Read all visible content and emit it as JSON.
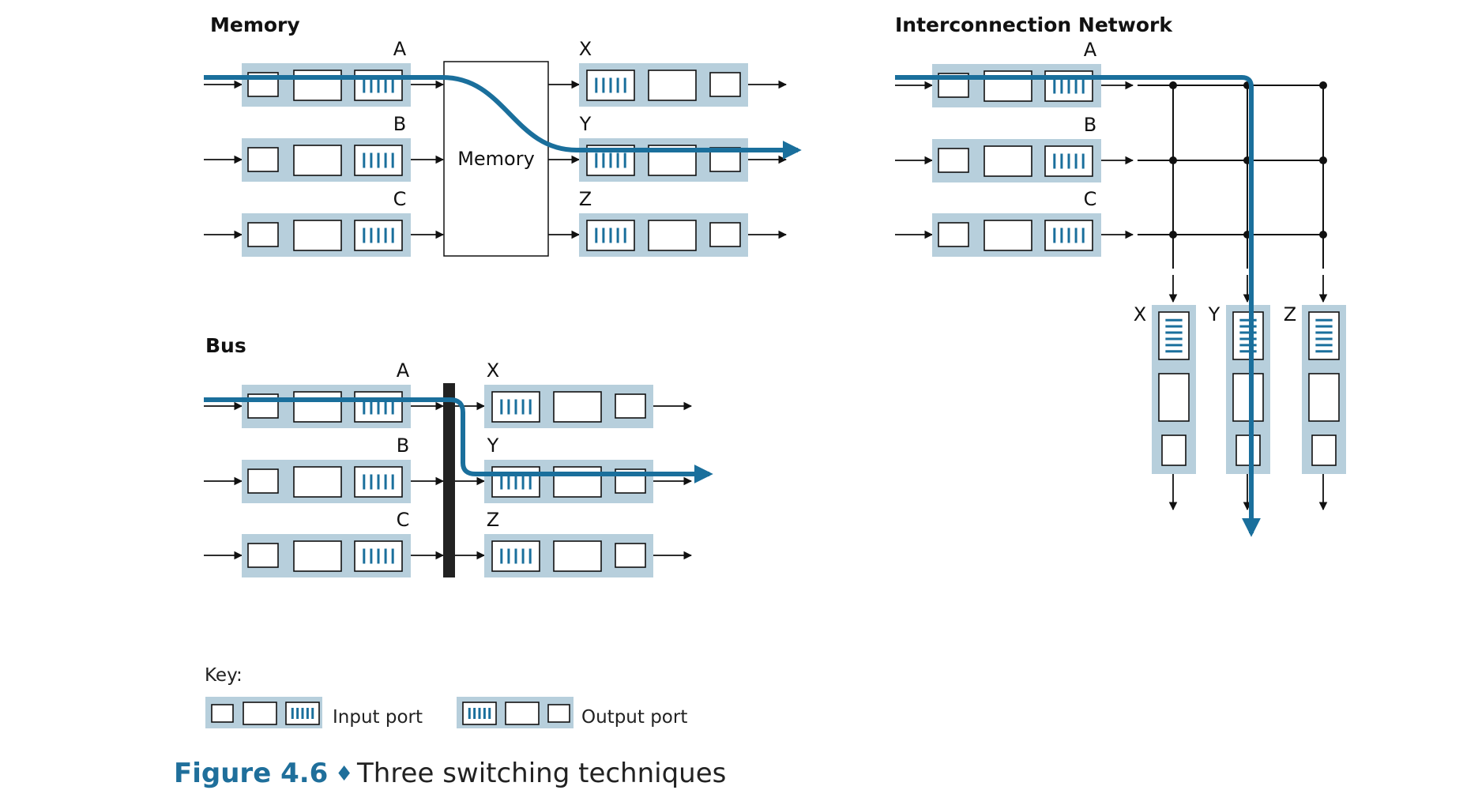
{
  "colors": {
    "port_fill": "#b7cfdc",
    "path": "#1a6f9c",
    "queue_lines": "#1a6f9c",
    "line": "#111111",
    "bus": "#222222",
    "caption": "#1f6f9b"
  },
  "memory": {
    "title": "Memory",
    "fabric_label": "Memory",
    "inputs": [
      "A",
      "B",
      "C"
    ],
    "outputs": [
      "X",
      "Y",
      "Z"
    ]
  },
  "bus": {
    "title": "Bus",
    "inputs": [
      "A",
      "B",
      "C"
    ],
    "outputs": [
      "X",
      "Y",
      "Z"
    ]
  },
  "interconnect": {
    "title": "Interconnection Network",
    "inputs": [
      "A",
      "B",
      "C"
    ],
    "outputs": [
      "X",
      "Y",
      "Z"
    ]
  },
  "key": {
    "title": "Key:",
    "input_label": "Input port",
    "output_label": "Output port"
  },
  "caption": {
    "number": "Figure 4.6",
    "separator": "♦",
    "text": "Three switching techniques"
  }
}
